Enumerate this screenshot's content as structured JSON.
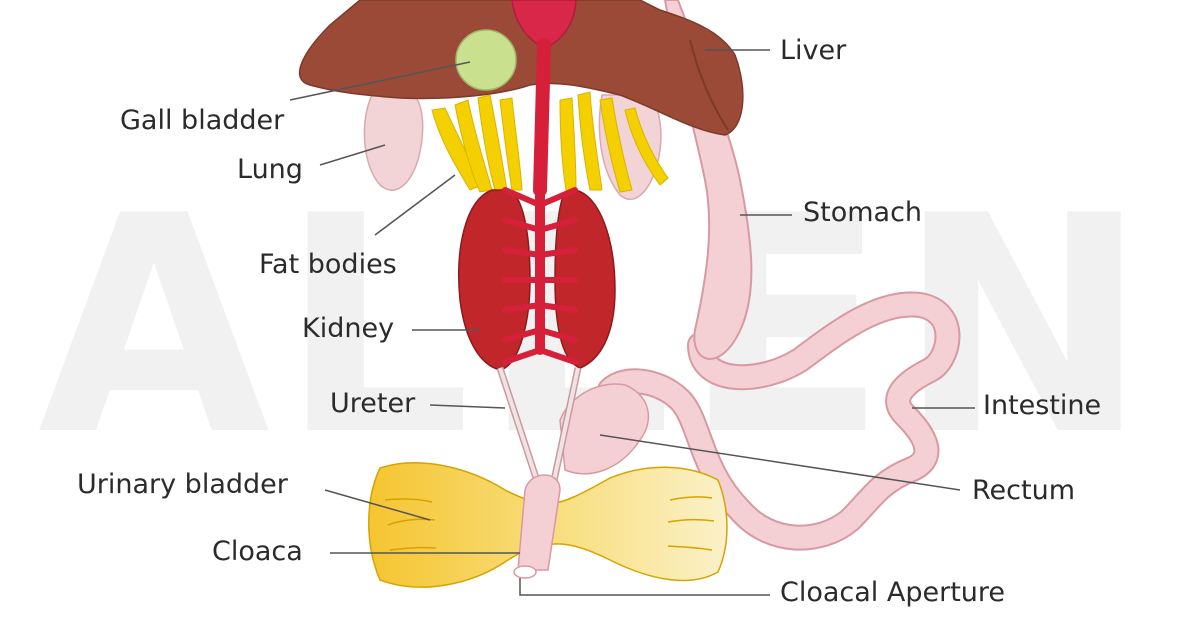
{
  "watermark": "ALLEN",
  "labels": {
    "liver": "Liver",
    "gall_bladder": "Gall bladder",
    "lung": "Lung",
    "stomach": "Stomach",
    "fat_bodies": "Fat bodies",
    "kidney": "Kidney",
    "ureter": "Ureter",
    "intestine": "Intestine",
    "rectum": "Rectum",
    "urinary_bladder": "Urinary bladder",
    "cloaca": "Cloaca",
    "cloacal_aperture": "Cloacal Aperture"
  },
  "colors": {
    "liver": "#9b4a37",
    "gall_bladder": "#c9e08f",
    "heart": "#d9274a",
    "lung": "#f2d4d6",
    "fat_bodies": "#f4d000",
    "kidney": "#c0262a",
    "blood_vessel": "#d6203a",
    "gut": "#f4cfd3",
    "gut_outline": "#d89aa2",
    "urinary_bladder": "#f6d46a",
    "line": "#555555"
  }
}
